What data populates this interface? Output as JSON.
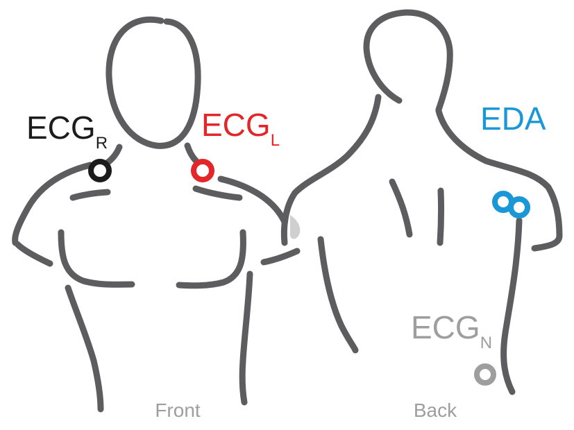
{
  "colors": {
    "outline": "#5d5d5f",
    "ecg_r": "#1c1c1c",
    "ecg_l": "#e3262a",
    "eda": "#1a97d7",
    "ecg_n": "#9e9e9e",
    "view_label": "#9e9e9e",
    "overlap_shade": "#cfcfcf"
  },
  "electrodes": {
    "ecg_r": {
      "main": "ECG",
      "sub": "R",
      "icon": "ring-electrode"
    },
    "ecg_l": {
      "main": "ECG",
      "sub": "L",
      "icon": "ring-electrode"
    },
    "eda": {
      "main": "EDA",
      "icon": "double-ring-electrode"
    },
    "ecg_n": {
      "main": "ECG",
      "sub": "N",
      "icon": "ring-electrode"
    }
  },
  "views": {
    "front": "Front",
    "back": "Back"
  }
}
